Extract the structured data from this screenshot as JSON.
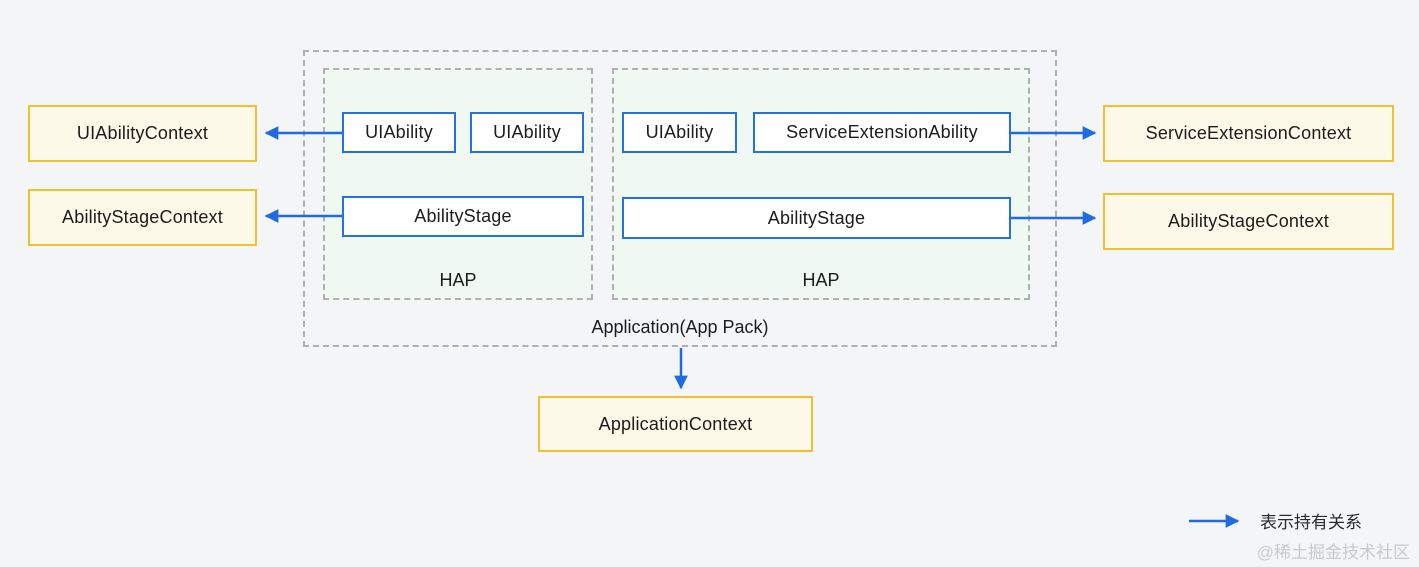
{
  "colors": {
    "background": "#f4f5f6",
    "arrow_blue": "#1f6be0",
    "blue_box_border": "#2272e2",
    "yellow_box_border": "#efc12f",
    "yellow_box_fill": "#fcf9e9",
    "hap_fill": "#f0f8f2",
    "dashed_border": "#aeb0b2",
    "text": "#1c1c1c",
    "watermark": "#c9cacd"
  },
  "context_boxes": {
    "uiability_context": "UIAbilityContext",
    "ability_stage_context_left": "AbilityStageContext",
    "service_extension_context": "ServiceExtensionContext",
    "ability_stage_context_right": "AbilityStageContext",
    "application_context": "ApplicationContext"
  },
  "application": {
    "label": "Application(App Pack)",
    "haps": [
      {
        "label": "HAP",
        "abilities": [
          "UIAbility",
          "UIAbility"
        ],
        "stage": "AbilityStage"
      },
      {
        "label": "HAP",
        "abilities": [
          "UIAbility",
          "ServiceExtensionAbility"
        ],
        "stage": "AbilityStage"
      }
    ]
  },
  "legend": {
    "arrow_label": "表示持有关系"
  },
  "watermark": "@稀土掘金技术社区"
}
